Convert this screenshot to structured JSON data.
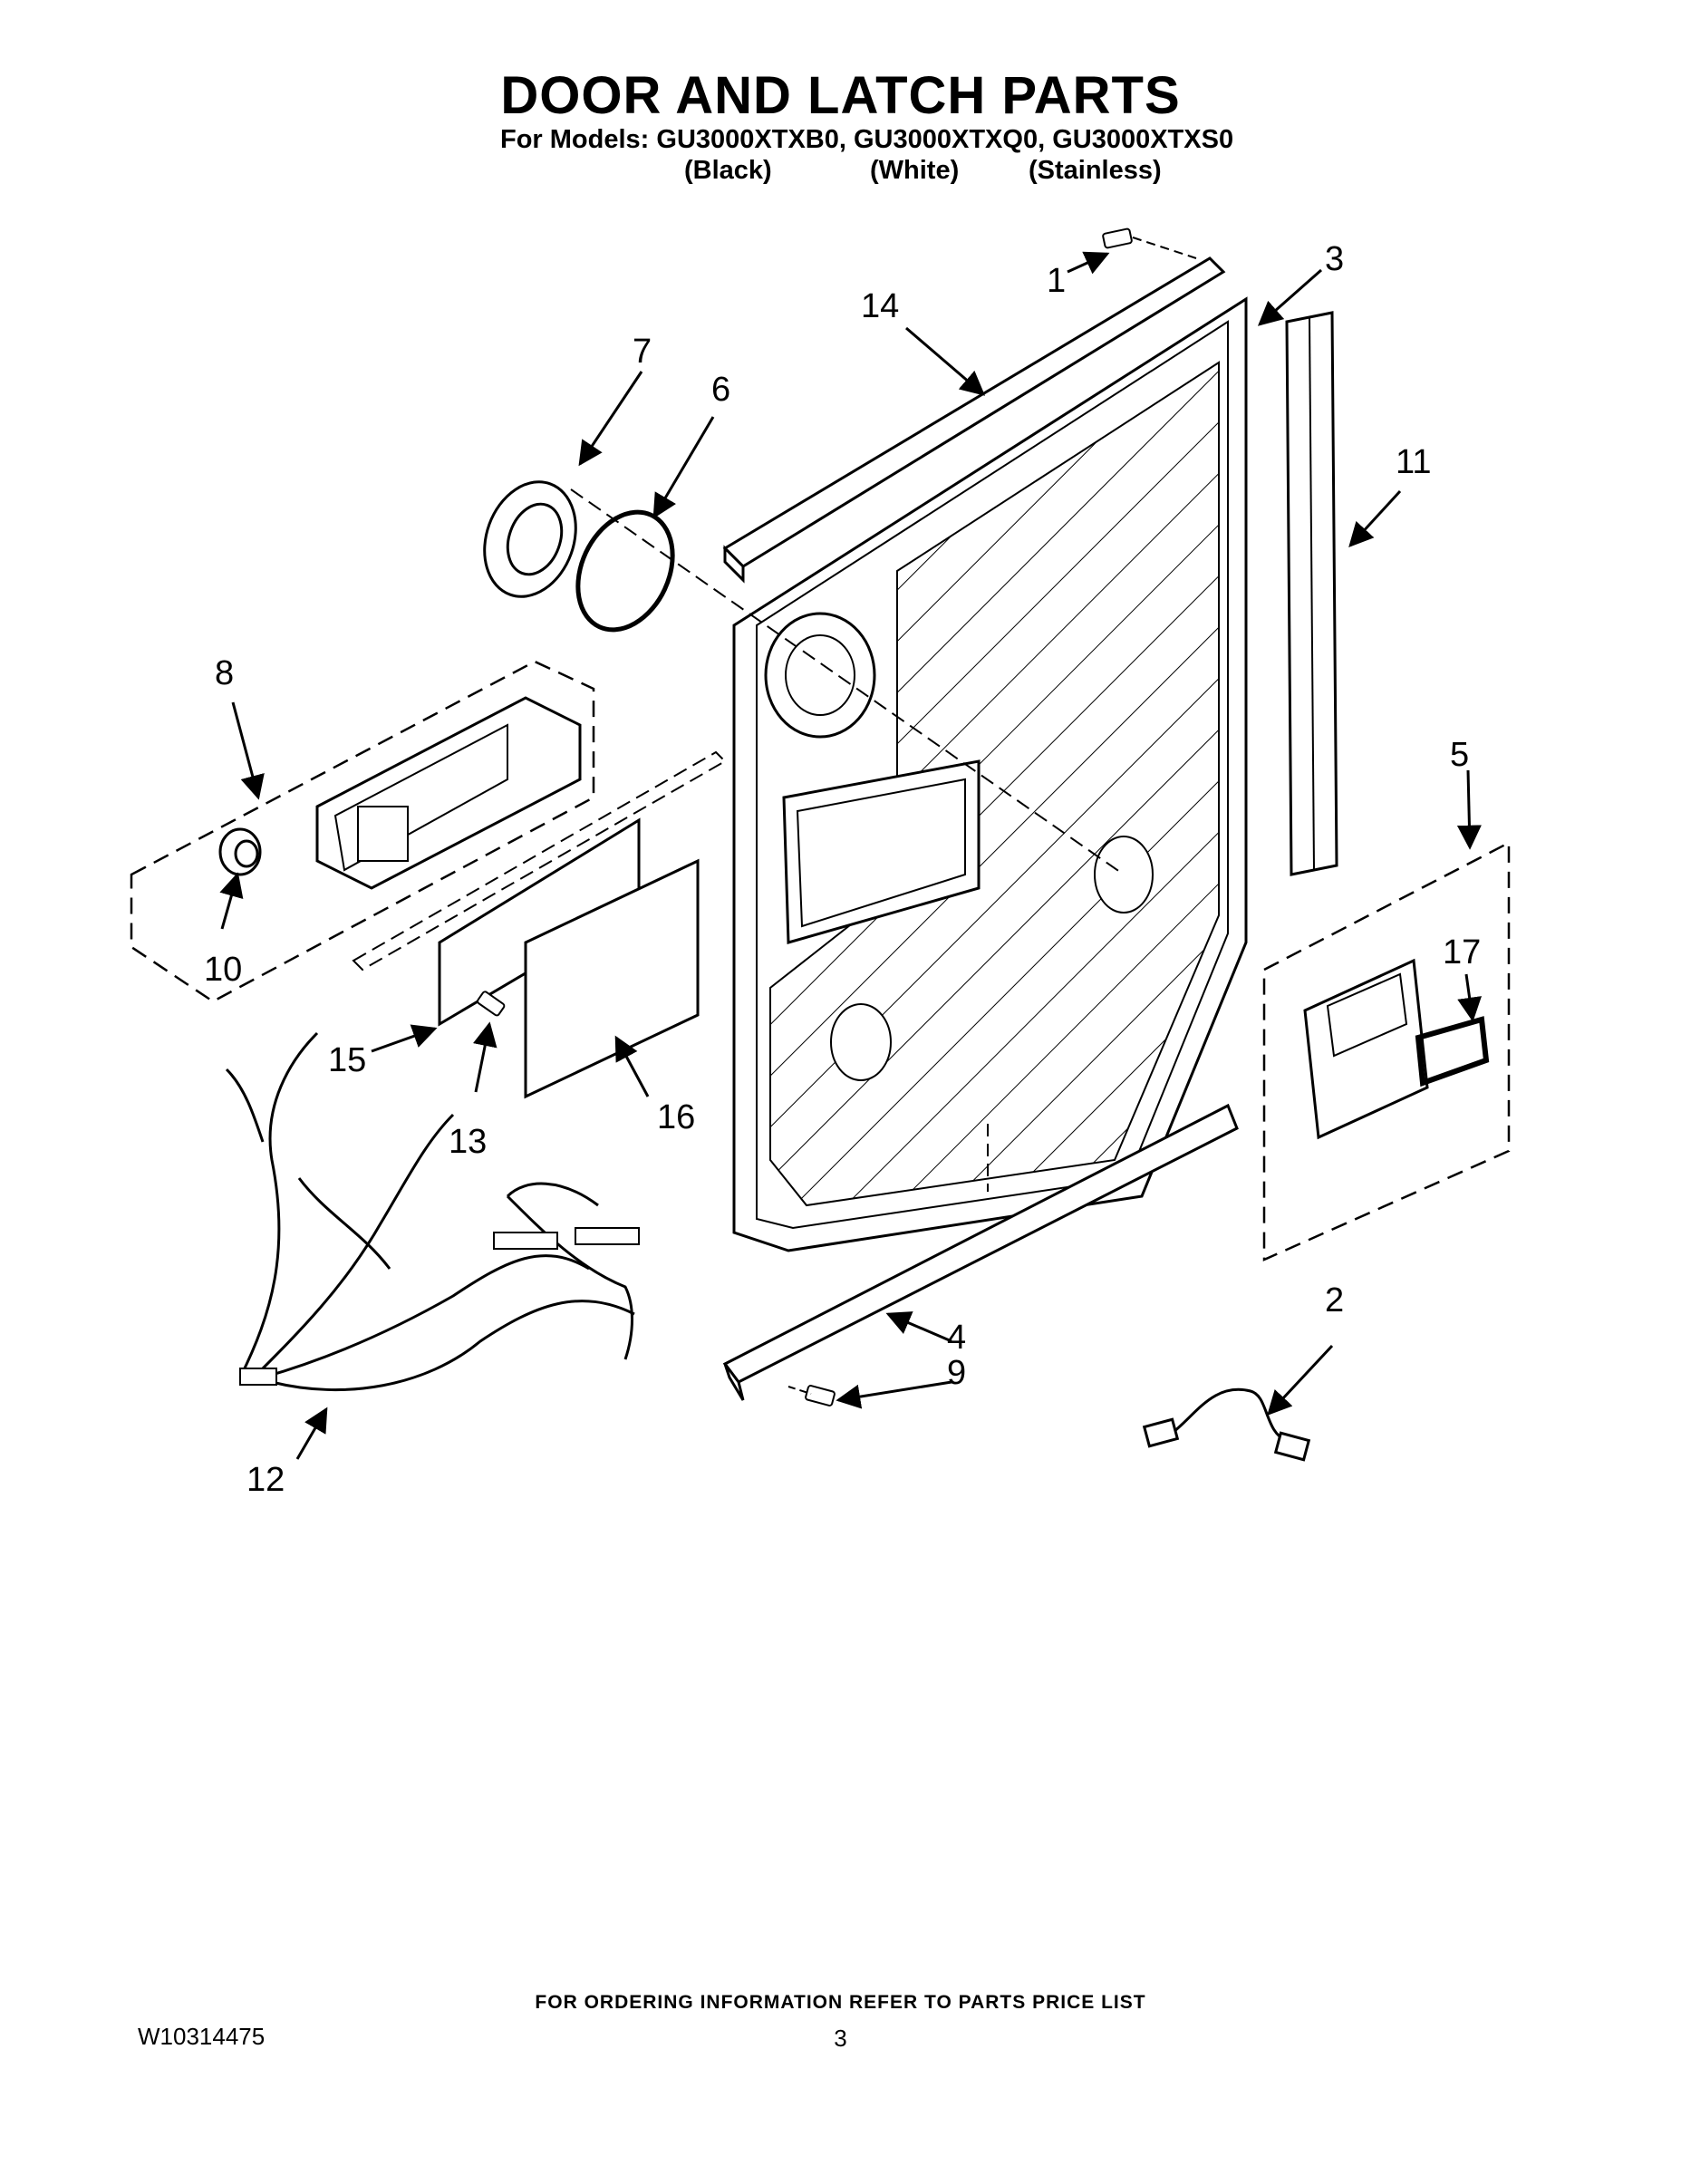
{
  "page": {
    "title": "DOOR AND LATCH PARTS",
    "models_line": "For Models: GU3000XTXB0, GU3000XTXQ0, GU3000XTXS0",
    "variants": [
      "(Black)",
      "(White)",
      "(Stainless)"
    ],
    "footer_note": "FOR ORDERING INFORMATION REFER TO PARTS PRICE LIST",
    "doc_number": "W10314475",
    "page_number": "3"
  },
  "callouts": {
    "c1": "1",
    "c2": "2",
    "c3": "3",
    "c4": "4",
    "c5": "5",
    "c6": "6",
    "c7": "7",
    "c8": "8",
    "c9": "9",
    "c10": "10",
    "c11": "11",
    "c12": "12",
    "c13": "13",
    "c14": "14",
    "c15": "15",
    "c16": "16",
    "c17": "17"
  },
  "colors": {
    "line": "#000000",
    "background": "#ffffff",
    "panel_fill": "#f4f4f4"
  }
}
